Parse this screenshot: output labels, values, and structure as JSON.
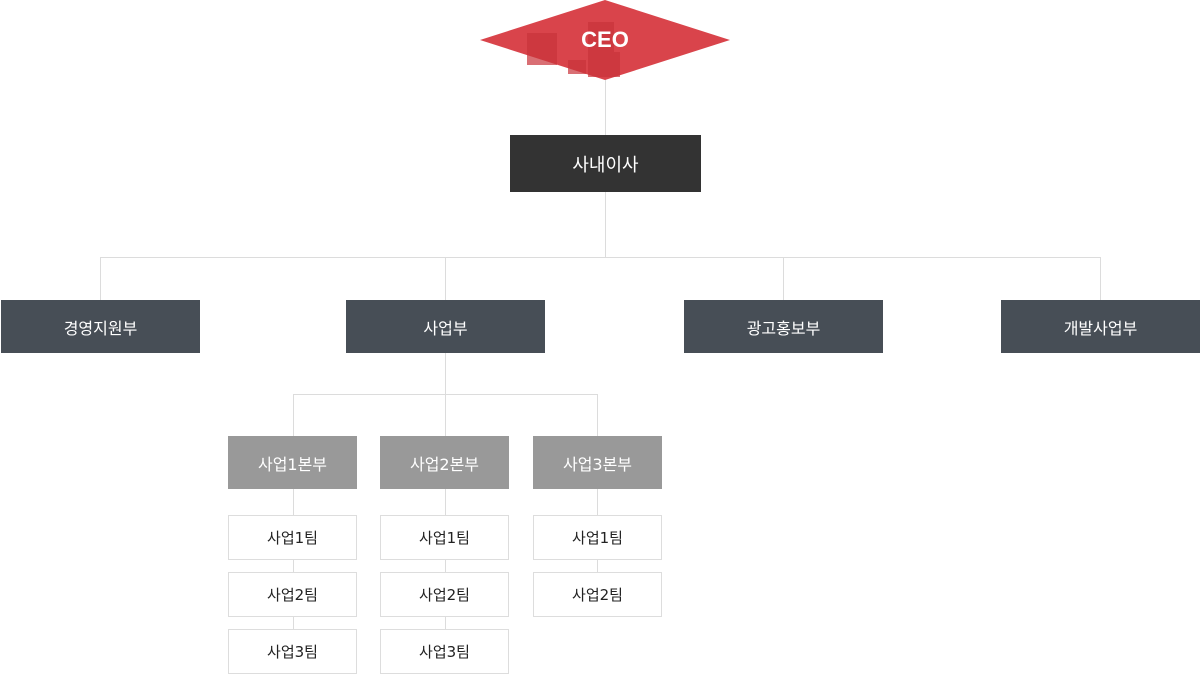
{
  "colors": {
    "ceo": "#d9444b",
    "executive": "#333333",
    "department": "#474e56",
    "division": "#999999",
    "line": "#dcdcdc"
  },
  "ceo": {
    "label": "CEO"
  },
  "executive": {
    "label": "사내이사"
  },
  "departments": [
    {
      "label": "경영지원부"
    },
    {
      "label": "사업부"
    },
    {
      "label": "광고홍보부"
    },
    {
      "label": "개발사업부"
    }
  ],
  "divisions": [
    {
      "label": "사업1본부",
      "teams": [
        "사업1팀",
        "사업2팀",
        "사업3팀"
      ]
    },
    {
      "label": "사업2본부",
      "teams": [
        "사업1팀",
        "사업2팀",
        "사업3팀"
      ]
    },
    {
      "label": "사업3본부",
      "teams": [
        "사업1팀",
        "사업2팀"
      ]
    }
  ]
}
